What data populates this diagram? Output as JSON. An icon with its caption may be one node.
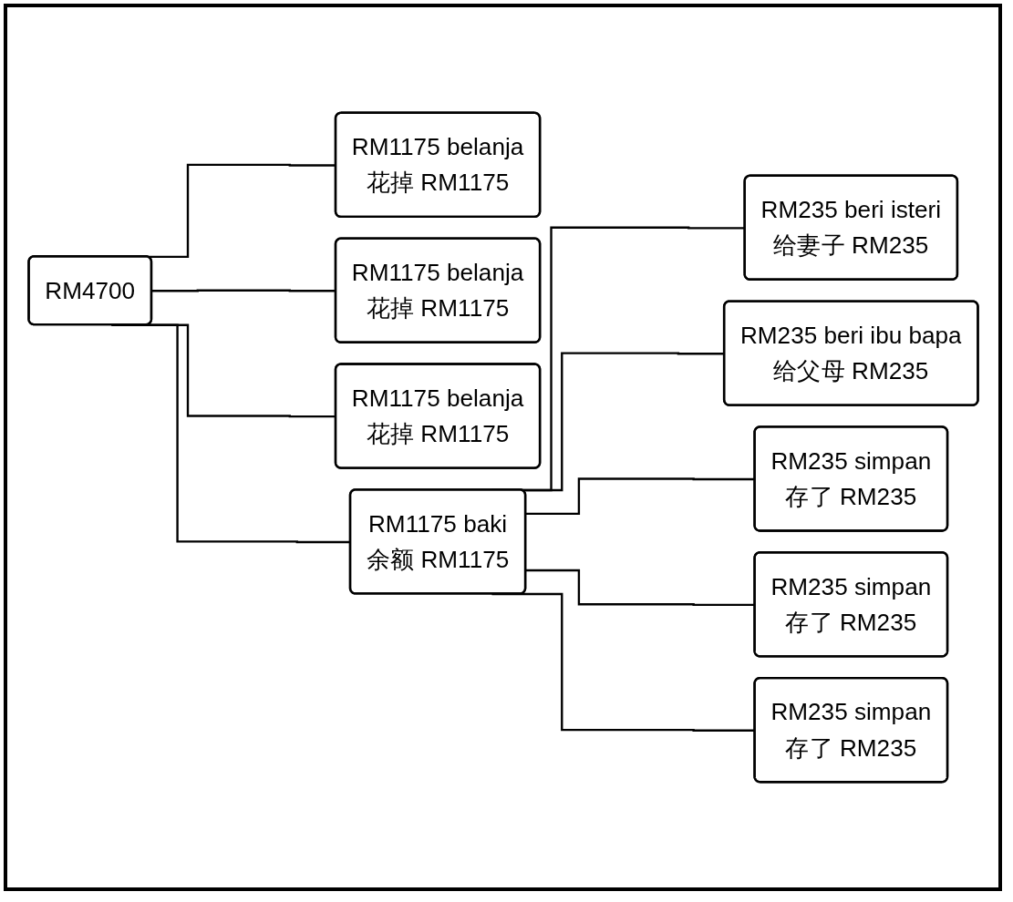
{
  "diagram": {
    "nodes": [
      {
        "text": [
          "RM4700"
        ]
      },
      {
        "text": [
          "RM1175 belanja",
          "花掉 RM1175"
        ]
      },
      {
        "text": [
          "RM1175 belanja",
          "花掉 RM1175"
        ]
      },
      {
        "text": [
          "RM1175 belanja",
          "花掉 RM1175"
        ]
      },
      {
        "text": [
          "RM1175 baki",
          "余额 RM1175"
        ]
      },
      {
        "text": [
          "RM235 beri isteri",
          "给妻子 RM235"
        ]
      },
      {
        "text": [
          "RM235 beri ibu bapa",
          "给父母 RM235"
        ]
      },
      {
        "text": [
          "RM235 simpan",
          "存了 RM235"
        ]
      },
      {
        "text": [
          "RM235 simpan",
          "存了 RM235"
        ]
      },
      {
        "text": [
          "RM235 simpan",
          "存了 RM235"
        ]
      }
    ],
    "edges": [
      {
        "from": 0,
        "to": 1,
        "arrow": "none"
      },
      {
        "from": 0,
        "to": 2,
        "arrow": "none"
      },
      {
        "from": 0,
        "to": 3,
        "arrow": "none"
      },
      {
        "from": 0,
        "to": 4,
        "arrow": "none"
      },
      {
        "from": 4,
        "to": 5,
        "arrow": "none"
      },
      {
        "from": 4,
        "to": 6,
        "arrow": "none"
      },
      {
        "from": 4,
        "to": 7,
        "arrow": "none"
      },
      {
        "from": 4,
        "to": 8,
        "arrow": "none"
      },
      {
        "from": 4,
        "to": 9,
        "arrow": "none"
      }
    ]
  }
}
